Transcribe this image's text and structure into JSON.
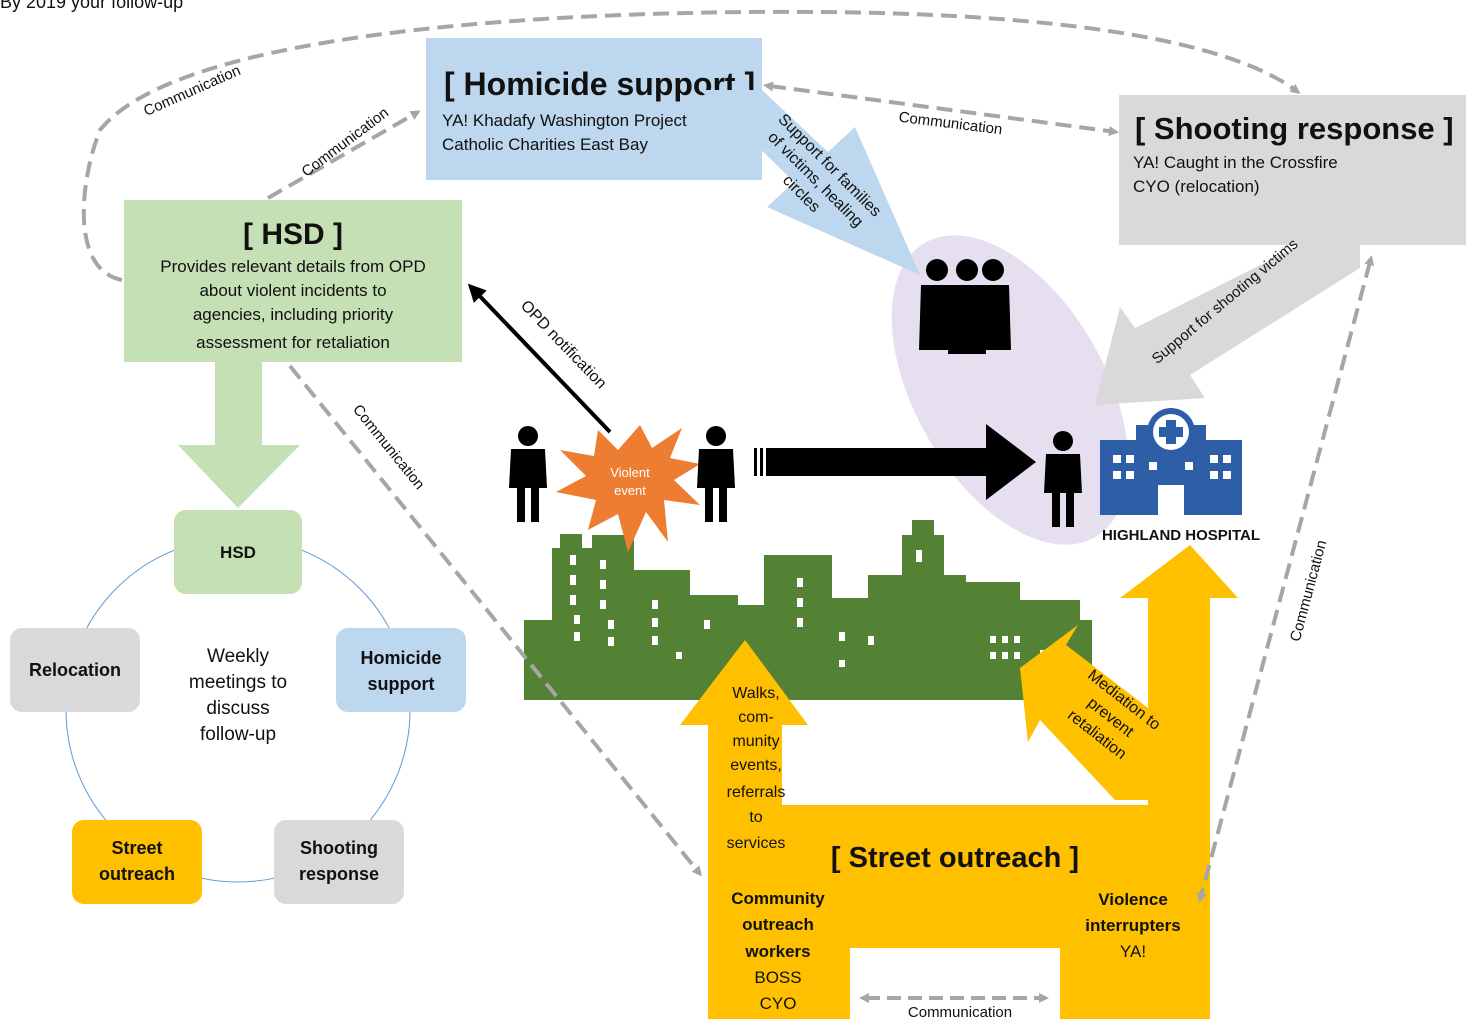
{
  "colors": {
    "homicide_blue": "#bdd7ee",
    "hsd_green": "#c5e0b4",
    "shooting_gray": "#d9d9d9",
    "outreach_yellow": "#ffc000",
    "city_green": "#548235",
    "violent_orange": "#ed7d31",
    "hospital_blue": "#2e5ea6",
    "group_ellipse": "#e6dff0",
    "comm_arrow_gray": "#a6a6a6"
  },
  "header_text": "By 2019 your follow-up",
  "homicide": {
    "title": "[ Homicide support ]",
    "line1": "YA! Khadafy Washington Project",
    "line2": "Catholic Charities East Bay"
  },
  "shooting": {
    "title": "[ Shooting response ]",
    "line1": "YA! Caught in the Crossfire",
    "line2": "CYO (relocation)"
  },
  "hsd": {
    "title": "[ HSD ]",
    "lines": [
      "Provides relevant details from OPD",
      "about violent incidents to",
      "agencies, including priority",
      "assessment for retaliation"
    ]
  },
  "cycle": {
    "center": [
      "Weekly",
      "meetings to",
      "discuss",
      "follow-up"
    ],
    "hsd": "HSD",
    "homicide": [
      "Homicide",
      "support"
    ],
    "shooting": [
      "Shooting",
      "response"
    ],
    "outreach": [
      "Street",
      "outreach"
    ],
    "relocation": "Relocation"
  },
  "labels": {
    "comm": "Communication",
    "opd": "OPD notification",
    "families": [
      "Support for families",
      "of victims, healing",
      "circles"
    ],
    "shooting_victims": "Support for shooting victims",
    "violent_event": [
      "Violent",
      "event"
    ],
    "hospital": "HIGHLAND HOSPITAL",
    "walks": [
      "Walks,",
      "com-",
      "munity",
      "events,",
      "referrals",
      "to",
      "services"
    ],
    "mediation": [
      "Mediation to",
      "prevent",
      "retaliation"
    ]
  },
  "outreach": {
    "title": "[ Street outreach ]",
    "cow": [
      "Community",
      "outreach",
      "workers"
    ],
    "cow_orgs": [
      "BOSS",
      "CYO"
    ],
    "vi": [
      "Violence",
      "interrupters"
    ],
    "vi_org": "YA!"
  },
  "icons": {
    "group": "group-of-people-icon",
    "person": "person-icon",
    "hospital": "hospital-building-icon",
    "city": "city-skyline-icon",
    "burst": "explosion-burst-icon"
  }
}
